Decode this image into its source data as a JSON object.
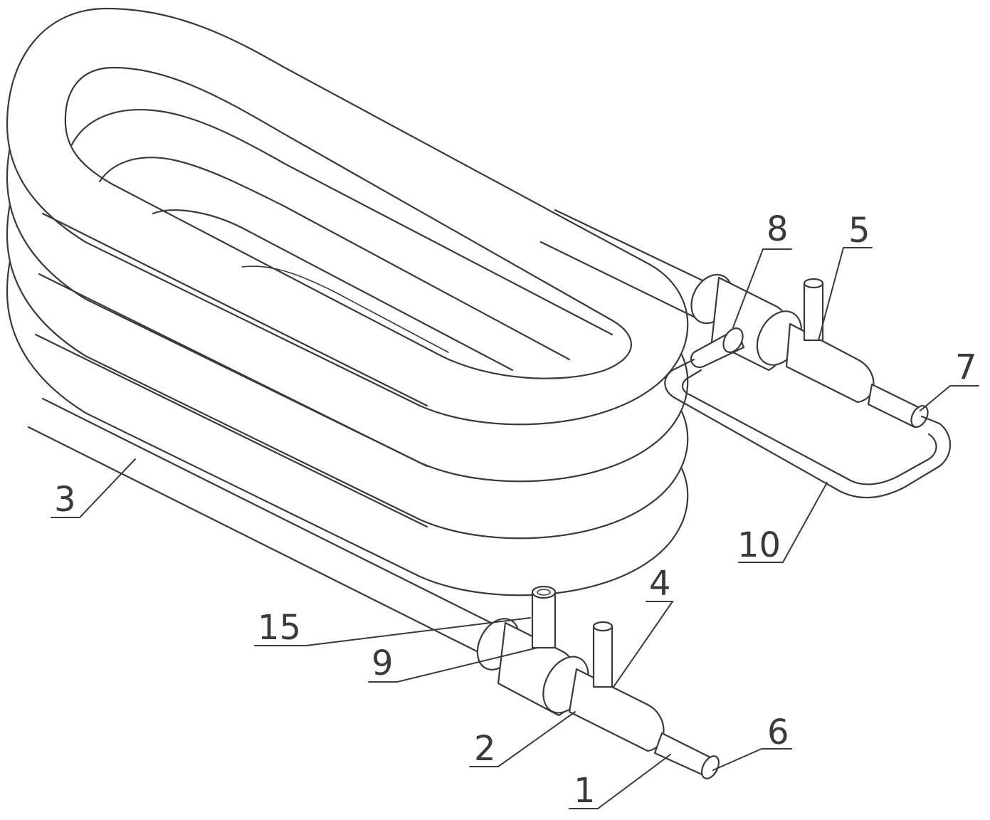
{
  "figure": {
    "callouts": [
      {
        "id": "c1",
        "text": "1"
      },
      {
        "id": "c2",
        "text": "2"
      },
      {
        "id": "c3",
        "text": "3"
      },
      {
        "id": "c4",
        "text": "4"
      },
      {
        "id": "c5",
        "text": "5"
      },
      {
        "id": "c6",
        "text": "6"
      },
      {
        "id": "c7",
        "text": "7"
      },
      {
        "id": "c8",
        "text": "8"
      },
      {
        "id": "c9",
        "text": "9"
      },
      {
        "id": "c10",
        "text": "10"
      },
      {
        "id": "c15",
        "text": "15"
      }
    ],
    "stroke_color": "#3a3a3a",
    "background": "#ffffff"
  }
}
